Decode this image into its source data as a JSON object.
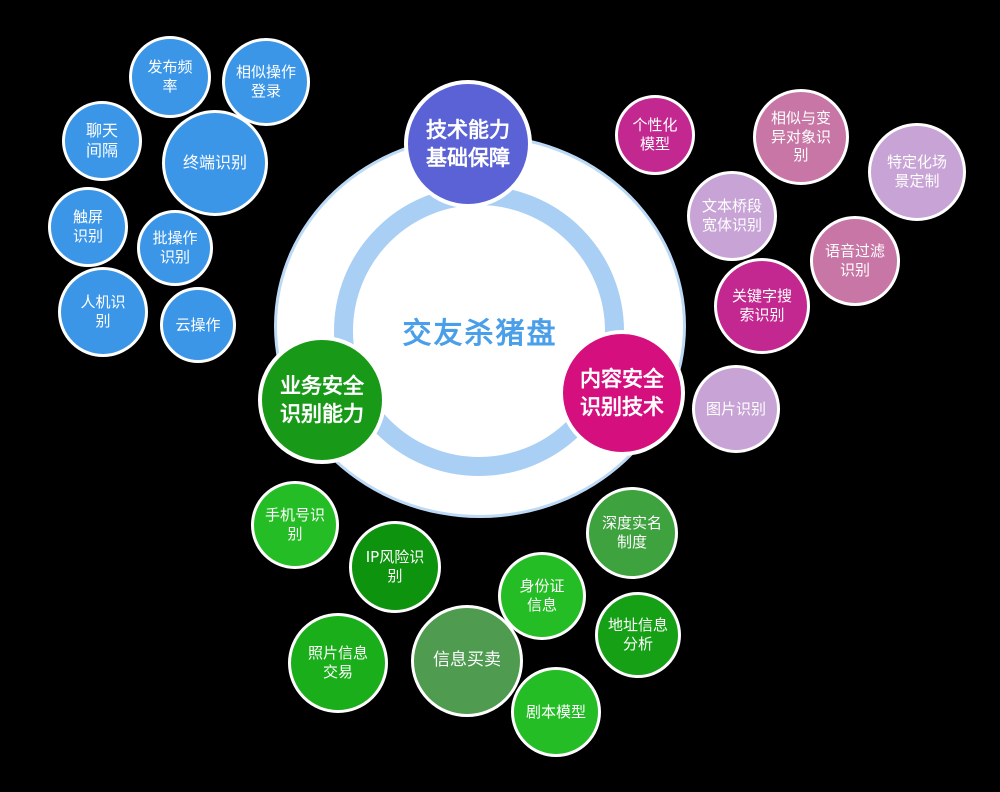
{
  "center": {
    "title": "交友杀猪盘"
  },
  "categories": {
    "tech": {
      "label": "技术能力\n基础保障"
    },
    "business": {
      "label": "业务安全\n识别能力"
    },
    "content": {
      "label": "内容安全\n识别技术"
    }
  },
  "tech_items": [
    {
      "label": "发布频\n率"
    },
    {
      "label": "相似操作\n登录"
    },
    {
      "label": "聊天\n间隔"
    },
    {
      "label": "终端识别"
    },
    {
      "label": "触屏\n识别"
    },
    {
      "label": "批操作\n识别"
    },
    {
      "label": "人机识\n别"
    },
    {
      "label": "云操作"
    }
  ],
  "content_items": [
    {
      "label": "个性化\n模型"
    },
    {
      "label": "相似与变\n异对象识\n别"
    },
    {
      "label": "特定化场\n景定制"
    },
    {
      "label": "文本桥段\n宽体识别"
    },
    {
      "label": "语音过滤\n识别"
    },
    {
      "label": "关键字搜\n索识别"
    },
    {
      "label": "图片识别"
    }
  ],
  "business_items": [
    {
      "label": "手机号识\n别"
    },
    {
      "label": "IP风险识\n别"
    },
    {
      "label": "深度实名\n制度"
    },
    {
      "label": "身份证\n信息"
    },
    {
      "label": "地址信息\n分析"
    },
    {
      "label": "照片信息\n交易"
    },
    {
      "label": "信息买卖"
    },
    {
      "label": "剧本模型"
    }
  ],
  "colors": {
    "background": "#000000",
    "bubble_blue": "#3B96E8",
    "category_tech_purple": "#5A62D6",
    "category_business_green": "#189A18",
    "category_content_magenta": "#D60F7E",
    "pink_bright_magenta": "#C32890",
    "pink_rose": "#C876A6",
    "pink_lilac": "#C8A3D5",
    "green_bright": "#25BD25",
    "green_vivid": "#1BAE1B",
    "green_dark": "#0E930E",
    "green_medium": "#3EA23E",
    "green_strong": "#16A016",
    "green_olive": "#4F9B50",
    "ring_blue": "#A9CFF4",
    "disc_border_blue": "#BCD9F5",
    "center_text_blue": "#4B9FE8",
    "bubble_text": "#FFFFFF"
  }
}
